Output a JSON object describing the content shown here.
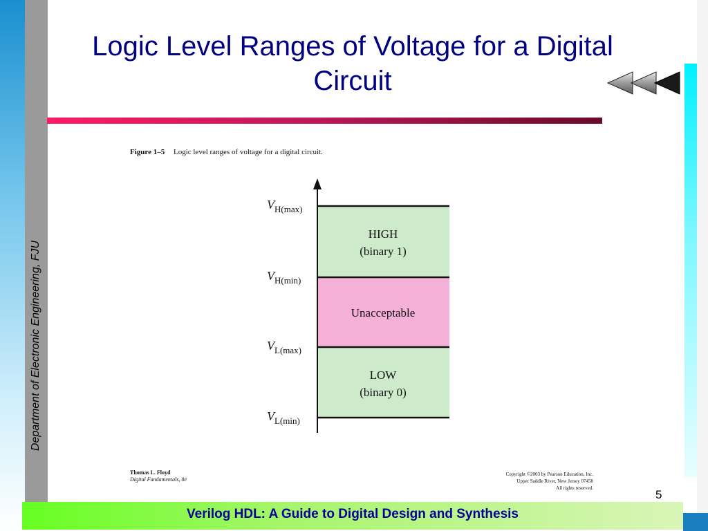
{
  "slide": {
    "title_line1": "Logic Level Ranges of Voltage for a Digital",
    "title_line2": "Circuit",
    "side_text": "Department of Electronic Engineering, FJU",
    "page_number": "5",
    "footer": "Verilog HDL: A Guide to Digital Design and Synthesis"
  },
  "figure": {
    "label": "Figure 1–5",
    "caption": "Logic level ranges of voltage for a digital circuit.",
    "regions": [
      {
        "line1": "HIGH",
        "line2": "(binary 1)",
        "color": "#cdeacb"
      },
      {
        "line1": "Unacceptable",
        "line2": "",
        "color": "#f5b0d8"
      },
      {
        "line1": "LOW",
        "line2": "(binary 0)",
        "color": "#cdeacb"
      }
    ],
    "levels": [
      {
        "symbol": "V",
        "sub": "H(max)"
      },
      {
        "symbol": "V",
        "sub": "H(min)"
      },
      {
        "symbol": "V",
        "sub": "L(max)"
      },
      {
        "symbol": "V",
        "sub": "L(min)"
      }
    ]
  },
  "credits": {
    "author": "Thomas L. Floyd",
    "book": "Digital Fundamentals, 8e",
    "copyright_line1": "Copyright ©2003 by Pearson Education, Inc.",
    "copyright_line2": "Upper Saddle River, New Jersey 07458",
    "copyright_line3": "All rights reserved."
  }
}
